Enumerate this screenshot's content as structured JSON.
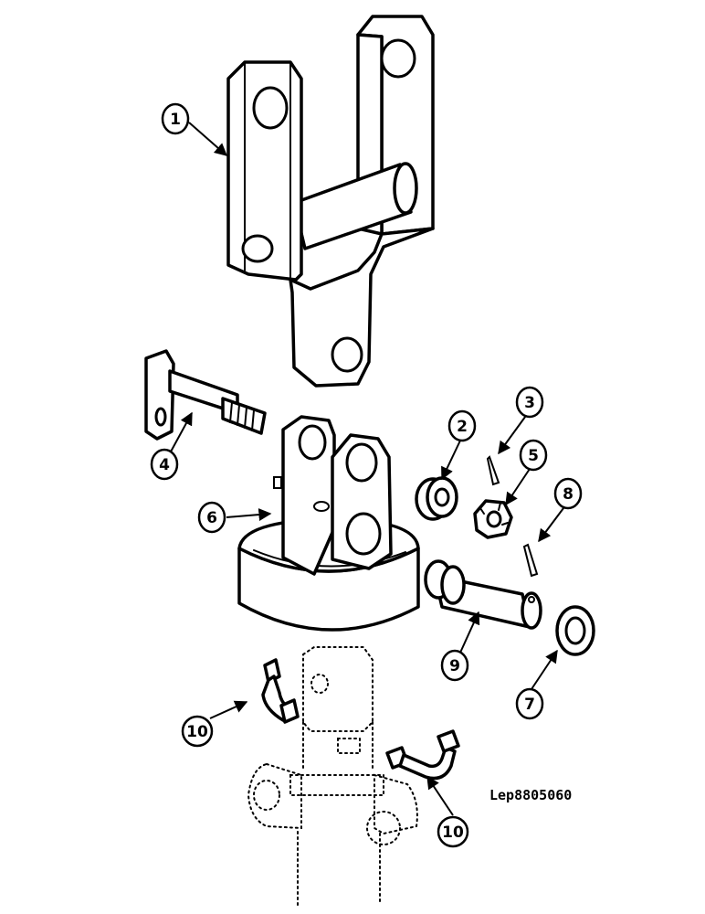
{
  "drawing_ref": "Lep8805060",
  "callouts": [
    "1",
    "2",
    "3",
    "4",
    "5",
    "6",
    "7",
    "8",
    "9",
    "10",
    "10"
  ]
}
